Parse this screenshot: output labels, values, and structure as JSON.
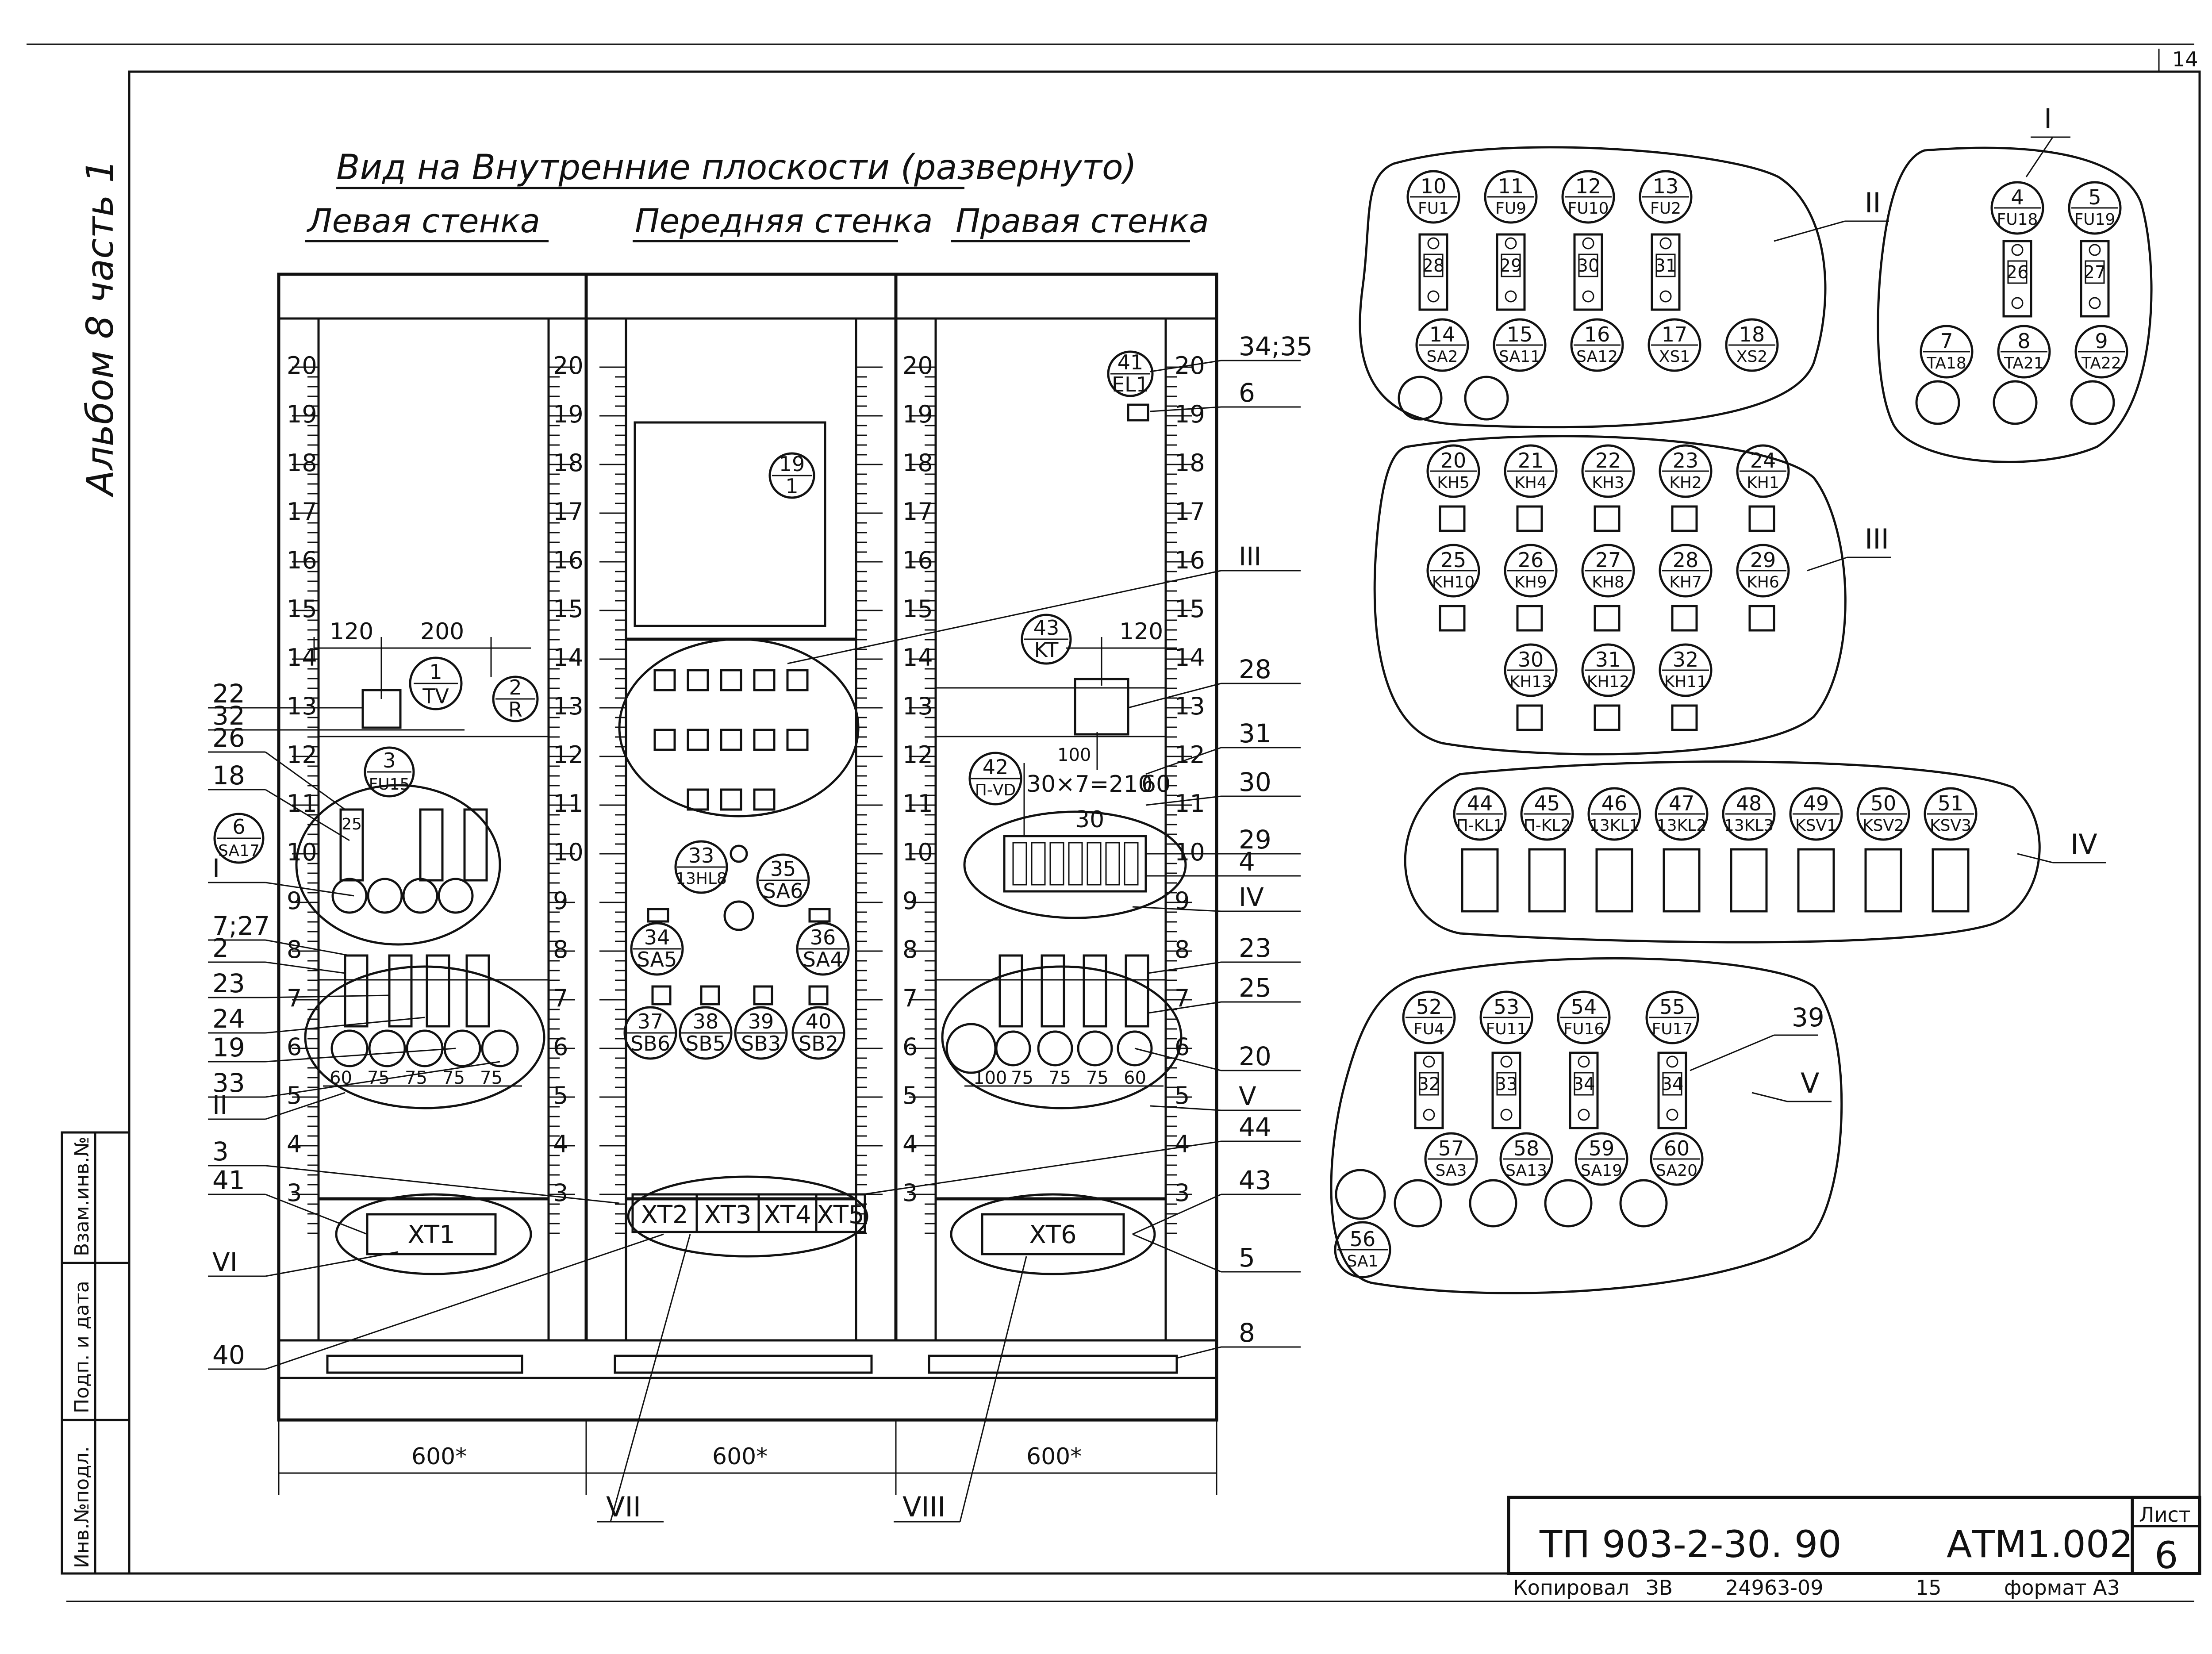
{
  "sheet_number": "14",
  "album_label": "Альбом 8  часть 1",
  "title": "Вид на Внутренние плоскости (развернуто)",
  "walls": {
    "left": "Левая стенка",
    "front": "Передняя стенка",
    "right": "Правая стенка"
  },
  "scale_marks": [
    "20",
    "19",
    "18",
    "17",
    "16",
    "15",
    "14",
    "13",
    "12",
    "11",
    "10",
    "9",
    "8",
    "7",
    "6",
    "5",
    "4",
    "3"
  ],
  "dimensions": {
    "left_120": "120",
    "left_200": "200",
    "right_120": "120",
    "right_100": "100",
    "pitch": "30×7=210",
    "pitch_60": "60",
    "pitch_30": "30",
    "row_left": [
      "60",
      "75",
      "75",
      "75",
      "75"
    ],
    "row_right": [
      "100",
      "75",
      "75",
      "75",
      "60"
    ],
    "bottom": [
      "600*",
      "600*",
      "600*"
    ]
  },
  "devices_left": [
    {
      "num": "1",
      "code": "TV"
    },
    {
      "num": "2",
      "code": "R"
    },
    {
      "num": "3",
      "code": "FU15"
    },
    {
      "num": "6",
      "code": "SA17"
    }
  ],
  "small_cell_25": "25",
  "devices_front": [
    {
      "num": "19",
      "code": "1"
    },
    {
      "num": "33",
      "code": "13HL8"
    },
    {
      "num": "35",
      "code": "SA6"
    },
    {
      "num": "34",
      "code": "SA5"
    },
    {
      "num": "36",
      "code": "SA4"
    },
    {
      "num": "37",
      "code": "SB6"
    },
    {
      "num": "38",
      "code": "SB5"
    },
    {
      "num": "39",
      "code": "SB3"
    },
    {
      "num": "40",
      "code": "SB2"
    }
  ],
  "devices_right": [
    {
      "num": "41",
      "code": "EL1"
    },
    {
      "num": "43",
      "code": "KT"
    },
    {
      "num": "42",
      "code": "П-VD"
    }
  ],
  "terminals": {
    "left": "XT1",
    "front": [
      "XT2",
      "XT3",
      "XT4",
      "XT5"
    ],
    "right": "XT6"
  },
  "callouts_left": [
    "22",
    "32",
    "26",
    "18",
    "I",
    "7;27",
    "2",
    "23",
    "24",
    "19",
    "33",
    "II",
    "3",
    "41",
    "VI",
    "40"
  ],
  "callouts_right": [
    "34;35",
    "6",
    "III",
    "28",
    "31",
    "30",
    "29",
    "4",
    "IV",
    "23",
    "25",
    "20",
    "V",
    "44",
    "43",
    "5",
    "8"
  ],
  "roman_bottom": [
    "VII",
    "VIII"
  ],
  "group_I": {
    "label": "I",
    "top": [
      {
        "num": "4",
        "code": "FU18",
        "cell": "26"
      },
      {
        "num": "5",
        "code": "FU19",
        "cell": "27"
      }
    ],
    "bottom": [
      {
        "num": "7",
        "code": "TA18"
      },
      {
        "num": "8",
        "code": "TA21"
      },
      {
        "num": "9",
        "code": "TA22"
      }
    ]
  },
  "group_II": {
    "label": "II",
    "top": [
      {
        "num": "10",
        "code": "FU1",
        "cell": "28"
      },
      {
        "num": "11",
        "code": "FU9",
        "cell": "29"
      },
      {
        "num": "12",
        "code": "FU10",
        "cell": "30"
      },
      {
        "num": "13",
        "code": "FU2",
        "cell": "31"
      }
    ],
    "bottom": [
      {
        "num": "14",
        "code": "SA2"
      },
      {
        "num": "15",
        "code": "SA11"
      },
      {
        "num": "16",
        "code": "SA12"
      },
      {
        "num": "17",
        "code": "XS1"
      },
      {
        "num": "18",
        "code": "XS2"
      }
    ]
  },
  "group_III": {
    "label": "III",
    "row1": [
      {
        "num": "20",
        "code": "KH5"
      },
      {
        "num": "21",
        "code": "KH4"
      },
      {
        "num": "22",
        "code": "KH3"
      },
      {
        "num": "23",
        "code": "KH2"
      },
      {
        "num": "24",
        "code": "KH1"
      }
    ],
    "row2": [
      {
        "num": "25",
        "code": "KH10"
      },
      {
        "num": "26",
        "code": "KH9"
      },
      {
        "num": "27",
        "code": "KH8"
      },
      {
        "num": "28",
        "code": "KH7"
      },
      {
        "num": "29",
        "code": "KH6"
      }
    ],
    "row3": [
      {
        "num": "30",
        "code": "KH13"
      },
      {
        "num": "31",
        "code": "KH12"
      },
      {
        "num": "32",
        "code": "KH11"
      }
    ]
  },
  "group_IV": {
    "label": "IV",
    "items": [
      {
        "num": "44",
        "code": "П-KL1"
      },
      {
        "num": "45",
        "code": "П-KL2"
      },
      {
        "num": "46",
        "code": "13KL1"
      },
      {
        "num": "47",
        "code": "13KL2"
      },
      {
        "num": "48",
        "code": "13KL3"
      },
      {
        "num": "49",
        "code": "KSV1"
      },
      {
        "num": "50",
        "code": "KSV2"
      },
      {
        "num": "51",
        "code": "KSV3"
      }
    ]
  },
  "group_V": {
    "label": "V",
    "callout": "39",
    "top": [
      {
        "num": "52",
        "code": "FU4",
        "cell": "32"
      },
      {
        "num": "53",
        "code": "FU11",
        "cell": "33"
      },
      {
        "num": "54",
        "code": "FU16",
        "cell": "34"
      },
      {
        "num": "55",
        "code": "FU17",
        "cell": "34"
      }
    ],
    "bottom": [
      {
        "num": "57",
        "code": "SA3"
      },
      {
        "num": "58",
        "code": "SA13"
      },
      {
        "num": "59",
        "code": "SA19"
      },
      {
        "num": "60",
        "code": "SA20"
      }
    ],
    "extra": {
      "num": "56",
      "code": "SA1"
    }
  },
  "stamp": {
    "doc_code": "ТП 903-2-30. 90",
    "doc_mark": "АТМ1.002",
    "sheet_label": "Лист",
    "sheet_value": "6",
    "copied_label": "Копировал",
    "copied_by": "ЗВ",
    "archive_num": "24963-09",
    "page_num": "15",
    "format_label": "формат А3"
  },
  "side_labels": [
    "Инв.№подл.",
    "Подп. и дата",
    "Взам.инв.№"
  ]
}
